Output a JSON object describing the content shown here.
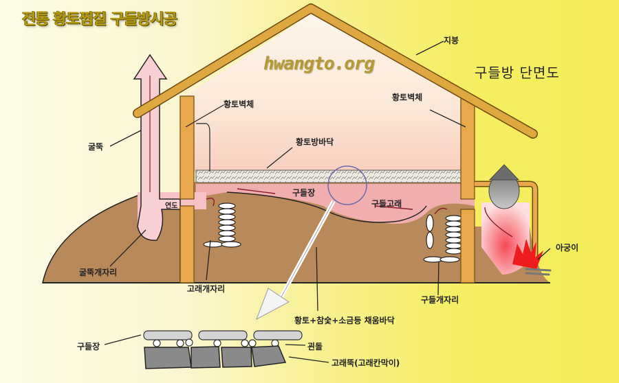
{
  "title": "전통 황토찜질 구들방시공",
  "watermark": "hwangto.org",
  "subtitle": "구들방 단면도",
  "colors": {
    "background_left": "#fdfbe8",
    "background_right": "#f4ec58",
    "title": "#b59a12",
    "wood": "#e9a94a",
    "wood_outline": "#6b4a12",
    "earth": "#b8895a",
    "heat": "#f26a78",
    "fire": "#ee1c1c",
    "stone": "#8e8e8e",
    "room": "#fbe6d6"
  },
  "labels": {
    "roof": "지붕",
    "wall_left": "황토벽체",
    "wall_right": "황토벽체",
    "room_floor": "황토방바닥",
    "chimney": "굴뚝",
    "flue": "연도",
    "chimney_pit": "굴뚝개자리",
    "gudeuljang": "구들장",
    "gudeul_gorae": "구들고래",
    "gorae_pit": "고래개자리",
    "gudeul_pit": "구들개자리",
    "fill_floor": "황토+참숯+소금등 채움바닥",
    "firebox": "아궁이"
  },
  "detail": {
    "gudeuljang": "구들장",
    "support_stone": "괸돌",
    "gorae_wall": "고래뚝(고래칸막이)"
  }
}
